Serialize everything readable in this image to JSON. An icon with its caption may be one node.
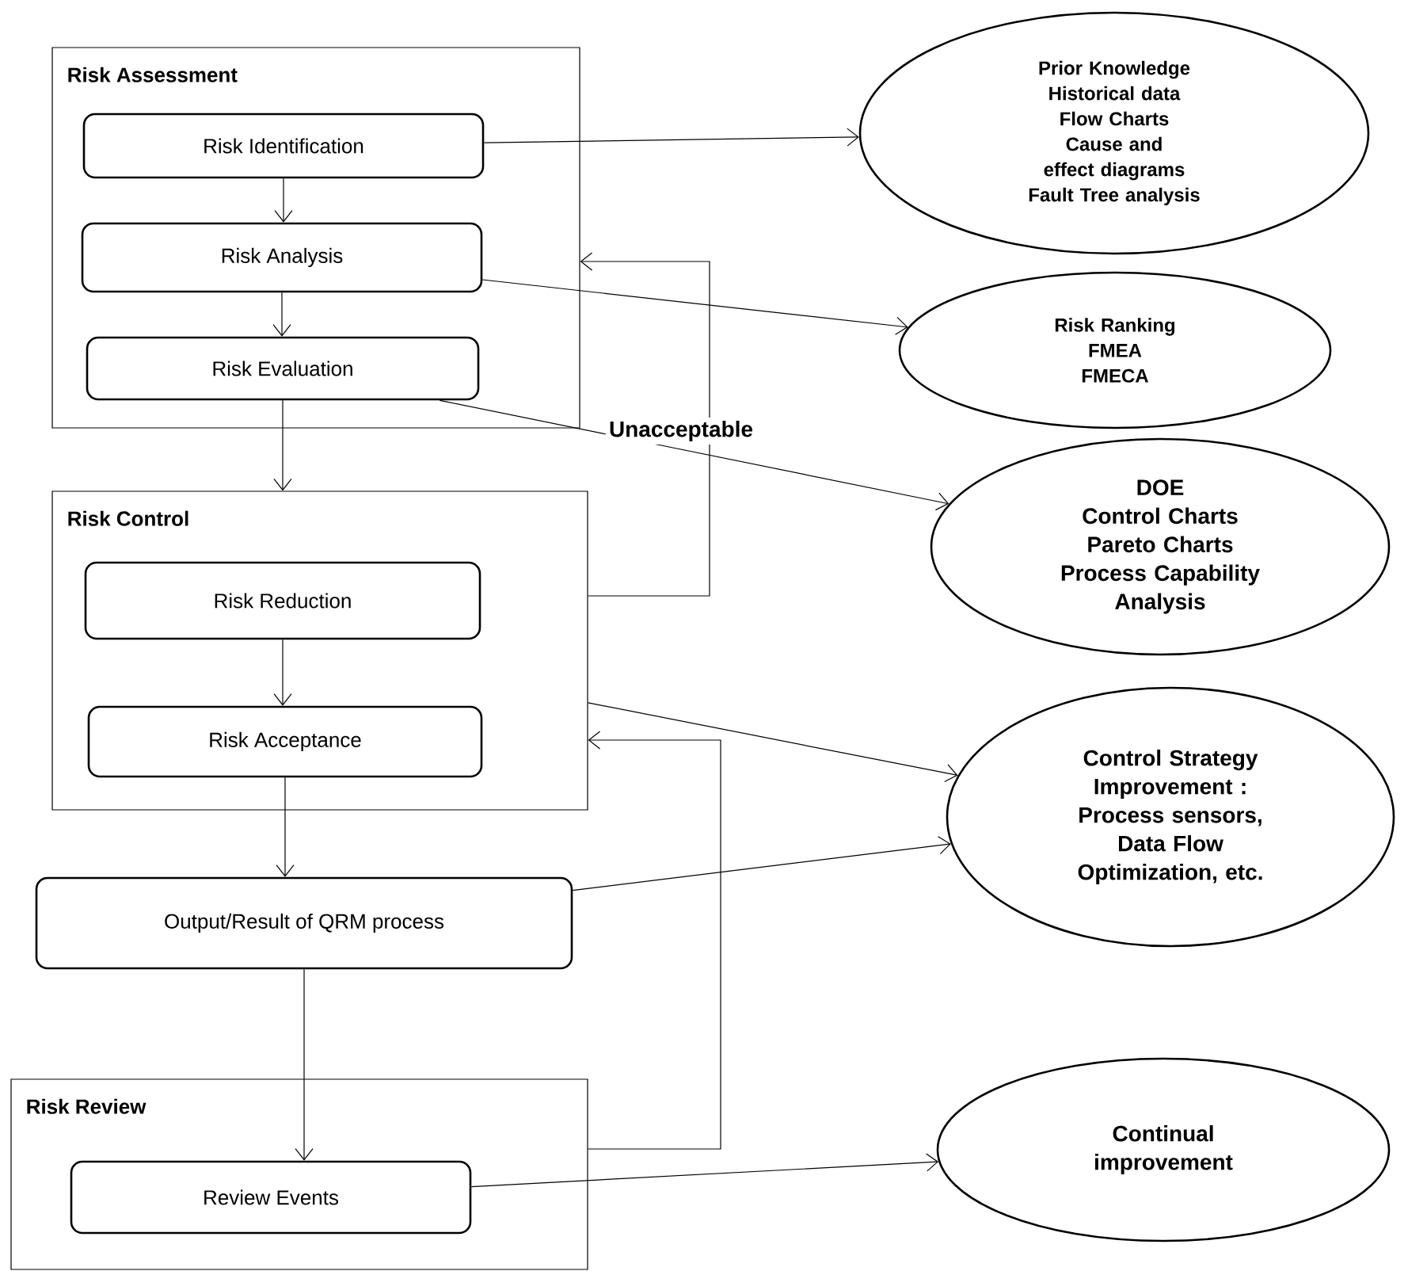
{
  "diagram": {
    "nodes": [
      {
        "text": [
          "Risk Assessment"
        ]
      },
      {
        "text": [
          "Risk Identification"
        ],
        "in": 0
      },
      {
        "text": [
          "Risk Analysis"
        ],
        "in": 0
      },
      {
        "text": [
          "Risk Evaluation"
        ],
        "in": 0
      },
      {
        "text": [
          "Risk Control"
        ]
      },
      {
        "text": [
          "Risk Reduction"
        ],
        "in": 4
      },
      {
        "text": [
          "Risk Acceptance"
        ],
        "in": 4
      },
      {
        "text": [
          "Output/Result of QRM process"
        ]
      },
      {
        "text": [
          "Risk Review"
        ]
      },
      {
        "text": [
          "Review Events"
        ],
        "in": 8
      },
      {
        "text": [
          "Prior Knowledge",
          "Historical data",
          "Flow Charts",
          "Cause and effect diagrams",
          "Fault Tree analysis"
        ]
      },
      {
        "text": [
          "Risk Ranking",
          "FMEA",
          "FMECA"
        ]
      },
      {
        "text": [
          "DOE",
          "Control Charts",
          "Pareto Charts",
          "Process Capability Analysis"
        ]
      },
      {
        "text": [
          "Control Strategy Improvement : Process sensors, Data Flow Optimization, etc."
        ]
      },
      {
        "text": [
          "Continual improvement"
        ]
      }
    ],
    "edges": [
      {
        "from": 1,
        "to": 2,
        "arrow": "to"
      },
      {
        "from": 2,
        "to": 3,
        "arrow": "to"
      },
      {
        "from": 3,
        "to": 4,
        "arrow": "to"
      },
      {
        "from": 5,
        "to": 6,
        "arrow": "to"
      },
      {
        "from": 6,
        "to": 7,
        "arrow": "to"
      },
      {
        "from": 7,
        "to": 9,
        "arrow": "to"
      },
      {
        "from": 1,
        "to": 10,
        "arrow": "to"
      },
      {
        "from": 2,
        "to": 11,
        "arrow": "to"
      },
      {
        "from": 3,
        "to": 12,
        "arrow": "to"
      },
      {
        "from": 4,
        "to": 13,
        "arrow": "to"
      },
      {
        "from": 7,
        "to": 13,
        "arrow": "to"
      },
      {
        "from": 9,
        "to": 14,
        "arrow": "to"
      },
      {
        "from": 4,
        "to": 0,
        "arrow": "to",
        "label": "Unacceptable"
      },
      {
        "from": 8,
        "to": 4,
        "arrow": "to"
      }
    ]
  }
}
